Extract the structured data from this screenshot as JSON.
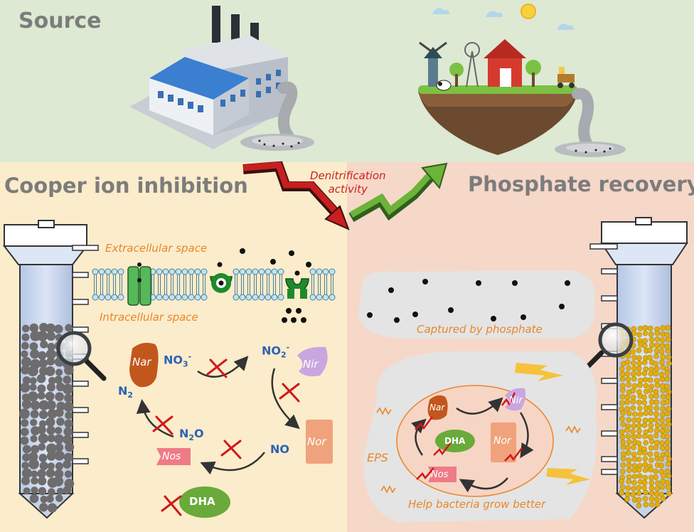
{
  "sections": {
    "source": "Source",
    "copper": "Cooper ion inhibition",
    "phosphate": "Phosphate recovery"
  },
  "arrow_label": [
    "Denitrification",
    "activity"
  ],
  "membrane": {
    "extracellular": "Extracellular space",
    "intracellular": "Intracellular space"
  },
  "left_cycle": {
    "no3": "NO",
    "no3_sub": "3",
    "no3_sup": "-",
    "no2": "NO",
    "no2_sub": "2",
    "no2_sup": "-",
    "no": "NO",
    "n2o": "N",
    "n2o_sub": "2",
    "n2o_tail": "O",
    "n2": "N",
    "n2_sub": "2",
    "nar": "Nar",
    "nir": "Nir",
    "nor": "Nor",
    "nos": "Nos",
    "dha": "DHA"
  },
  "right_panel": {
    "captured": "Captured by phosphate",
    "eps": "EPS",
    "help": "Help bacteria grow better",
    "nar": "Nar",
    "nir": "Nir",
    "nor": "Nor",
    "nos": "Nos",
    "dha": "DHA"
  },
  "colors": {
    "top_bg": "#dde9d3",
    "left_bg": "#fbeccb",
    "right_bg": "#f6d8c8",
    "title_gray": "#7c7c7c",
    "label_orange": "#e8862a",
    "label_red": "#cc1f1f",
    "chem_blue": "#2c62b6",
    "nar_brown": "#c2571d",
    "nir_purple": "#c9a6e0",
    "nor_salmon": "#f0a27c",
    "nos_pink": "#ee7b86",
    "dha_green": "#6aaa3a",
    "copper_ion_dot": "#111111",
    "phosphate_granule": "#e0ad12"
  },
  "icons": [
    "factory-icon",
    "farm-island-icon",
    "wastewater-splash-icon",
    "magnifier-icon",
    "inhibition-cross-icon",
    "enhancement-arrow-icon",
    "membrane-transporter-icon",
    "reactor-column-icon"
  ]
}
